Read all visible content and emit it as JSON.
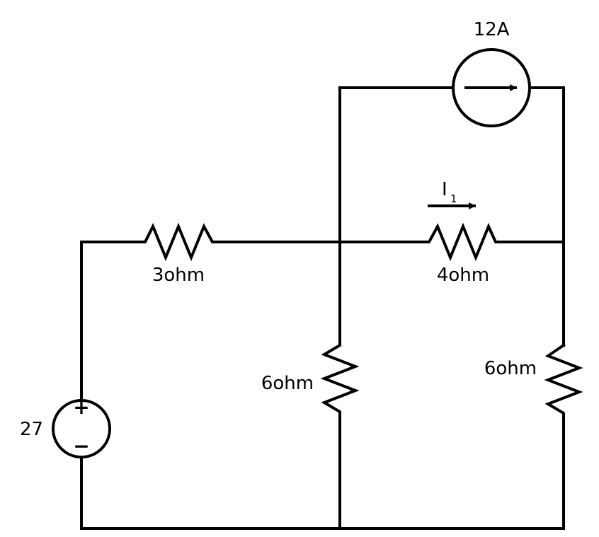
{
  "circuit": {
    "voltage_source": {
      "label": "27",
      "plus": "+",
      "minus": "−"
    },
    "current_source": {
      "label": "12A"
    },
    "resistors": {
      "r_left_top": "3ohm",
      "r_middle_top": "4ohm",
      "r_middle_vertical": "6ohm",
      "r_right_vertical": "6ohm"
    },
    "current_label": {
      "main": "I",
      "subscript": "1"
    }
  }
}
